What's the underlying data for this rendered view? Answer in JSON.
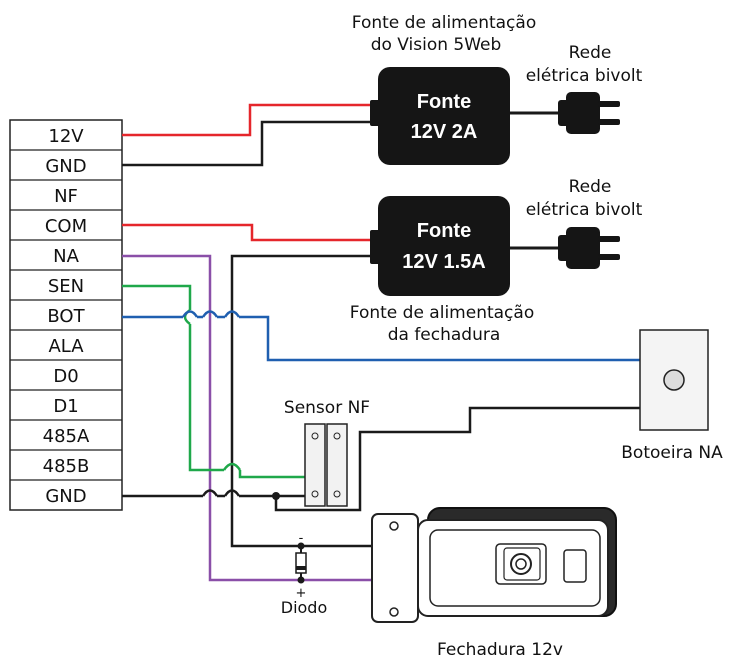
{
  "terminals": [
    "12V",
    "GND",
    "NF",
    "COM",
    "NA",
    "SEN",
    "BOT",
    "ALA",
    "D0",
    "D1",
    "485A",
    "485B",
    "GND"
  ],
  "psu_vision": {
    "caption_line1": "Fonte de alimentação",
    "caption_line2": "do Vision 5Web",
    "label_line1": "Fonte",
    "label_line2": "12V 2A"
  },
  "psu_lock": {
    "caption_line1": "Fonte de alimentação",
    "caption_line2": "da fechadura",
    "label_line1": "Fonte",
    "label_line2": "12V 1.5A"
  },
  "mains_1": {
    "line1": "Rede",
    "line2": "elétrica bivolt"
  },
  "mains_2": {
    "line1": "Rede",
    "line2": "elétrica bivolt"
  },
  "sensor": {
    "label": "Sensor NF"
  },
  "button": {
    "label": "Botoeira NA"
  },
  "diode": {
    "label": "Diodo",
    "minus": "-",
    "plus": "+"
  },
  "lock": {
    "label": "Fechadura 12v"
  },
  "colors": {
    "red": "#e5262b",
    "black": "#1a1a1a",
    "purple": "#8a4fa8",
    "green": "#1fa84a",
    "blue": "#1f5fb0"
  }
}
